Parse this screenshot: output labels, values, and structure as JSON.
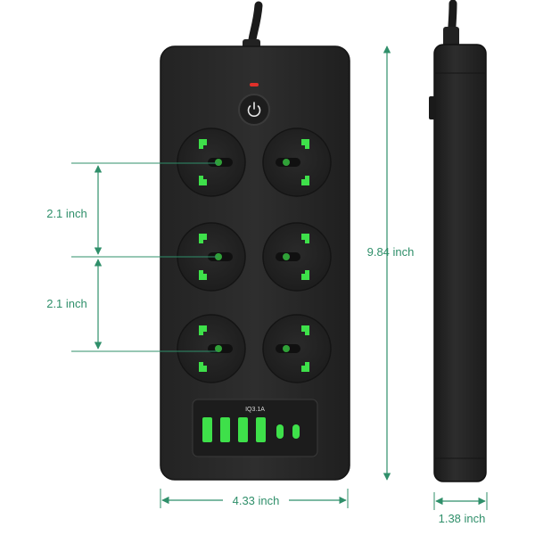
{
  "dimensions": {
    "socket_spacing_top": "2.1 inch",
    "socket_spacing_bottom": "2.1 inch",
    "length": "9.84 inch",
    "width": "4.33 inch",
    "depth": "1.38 inch"
  },
  "usb_panel": {
    "label": "IQ3.1A"
  },
  "colors": {
    "body": "#2b2b2b",
    "socket_accent": "#3ee04a",
    "dimension_line": "#2f8f6a",
    "indicator": "#e0302a"
  },
  "icons": [
    "power-icon"
  ]
}
